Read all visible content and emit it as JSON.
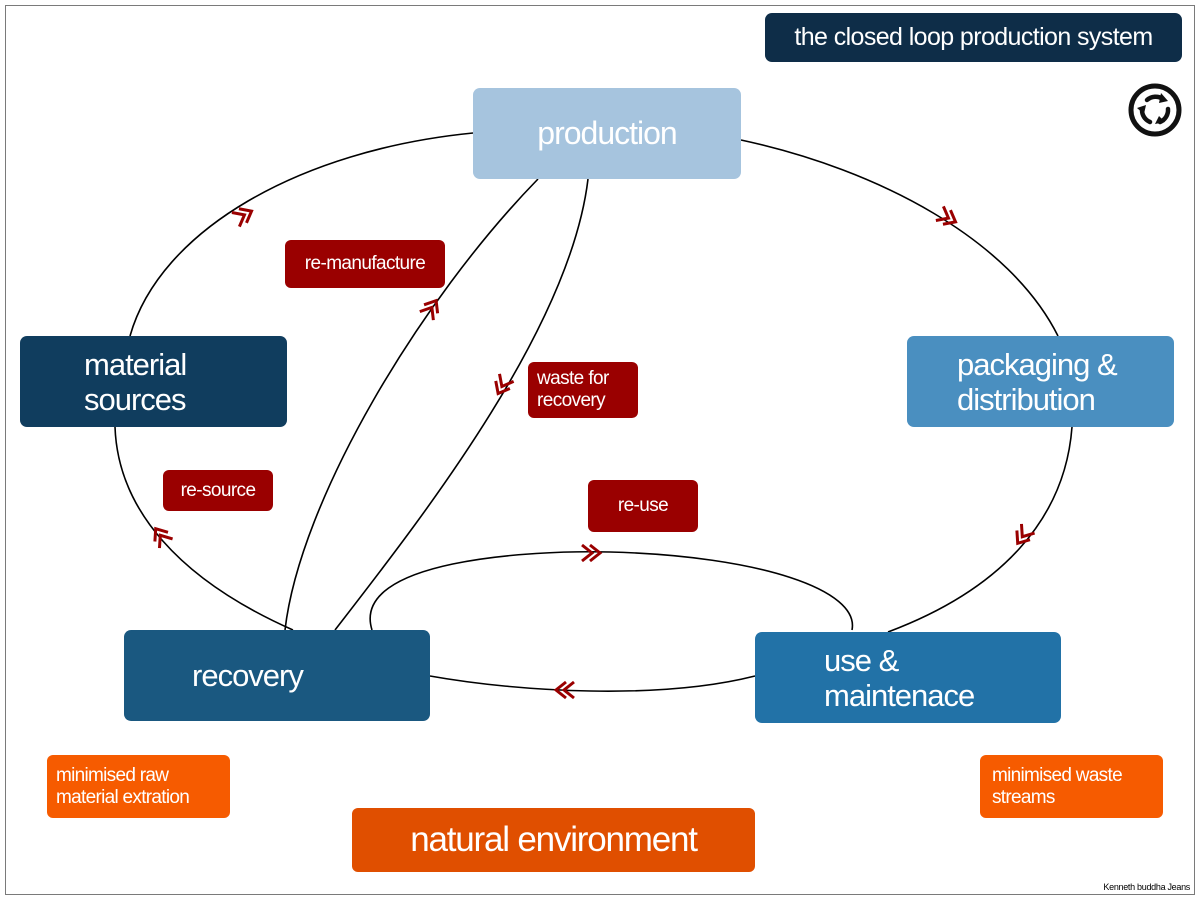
{
  "title": "the closed loop production system",
  "icon": "recycle-loop-icon",
  "nodes": {
    "production": "production",
    "material_sources": "material\nsources",
    "packaging_distribution": "packaging &\ndistribution",
    "recovery": "recovery",
    "use_maintenance": "use &\nmaintenace"
  },
  "flows": {
    "re_manufacture": "re-manufacture",
    "waste_for_recovery": "waste for\nrecovery",
    "re_source": "re-source",
    "re_use": "re-use"
  },
  "environment": {
    "minimised_raw": "minimised raw\nmaterial extration",
    "minimised_waste": "minimised waste\nstreams",
    "natural_environment": "natural environment"
  },
  "credit": "Kenneth buddha Jeans",
  "colors": {
    "title_bg": "#0e2d48",
    "production": "#a6c4de",
    "material_sources": "#103d5e",
    "packaging": "#4a8fc0",
    "recovery": "#1a5880",
    "use": "#2272a7",
    "flow_tag": "#9a0000",
    "arrow": "#9a0000",
    "environment": "#f65b00",
    "natural_environment": "#e04f00"
  }
}
